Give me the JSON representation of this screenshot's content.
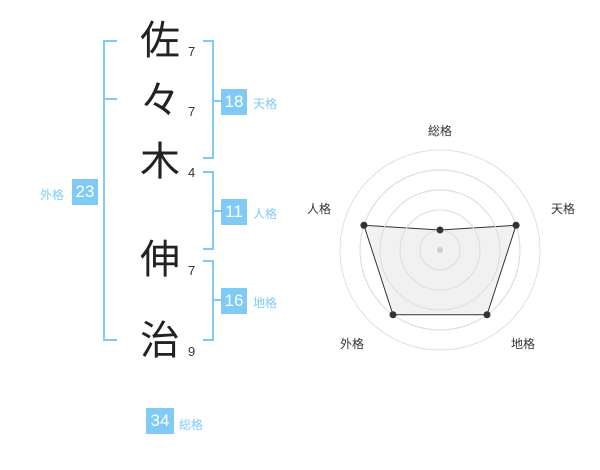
{
  "name": {
    "chars": [
      {
        "char": "佐",
        "strokes": "7"
      },
      {
        "char": "々",
        "strokes": "7"
      },
      {
        "char": "木",
        "strokes": "4"
      },
      {
        "char": "伸",
        "strokes": "7"
      },
      {
        "char": "治",
        "strokes": "9"
      }
    ]
  },
  "fortune": {
    "tenkaku": {
      "value": "18",
      "label": "天格"
    },
    "jinkaku": {
      "value": "11",
      "label": "人格"
    },
    "chikaku": {
      "value": "16",
      "label": "地格"
    },
    "gaikaku": {
      "value": "23",
      "label": "外格"
    },
    "soukaku": {
      "value": "34",
      "label": "総格"
    }
  },
  "chart_data": {
    "type": "radar",
    "axes": [
      "総格",
      "天格",
      "地格",
      "外格",
      "人格"
    ],
    "values": [
      1,
      4,
      4,
      4,
      4
    ],
    "range": [
      0,
      5
    ],
    "colors": {
      "fill": "#efefef",
      "stroke": "#333333",
      "grid": "#e0e0e0"
    }
  }
}
